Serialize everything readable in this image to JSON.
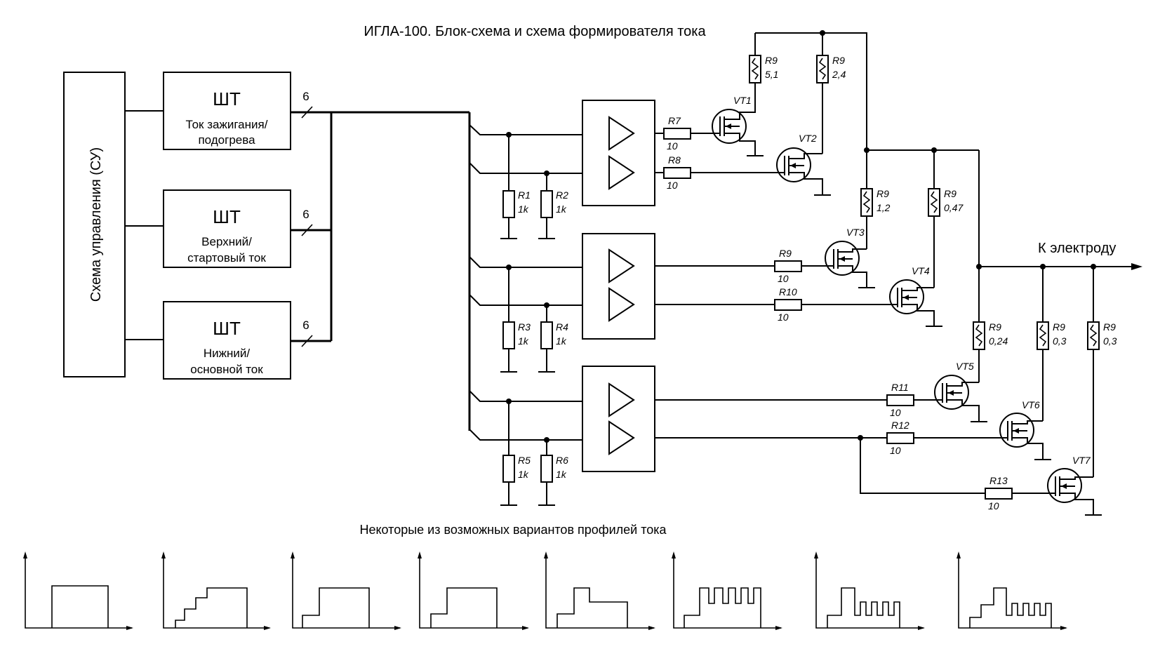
{
  "title": "ИГЛА-100. Блок-схема и схема формирователя тока",
  "control_block": {
    "label": "Схема управления (СУ)"
  },
  "shaper_blocks": [
    {
      "title": "ШТ",
      "line1": "Ток зажигания/",
      "line2": "подогрева",
      "bus": "6"
    },
    {
      "title": "ШТ",
      "line1": "Верхний/",
      "line2": "стартовый ток",
      "bus": "6"
    },
    {
      "title": "ШТ",
      "line1": "Нижний/",
      "line2": "основной ток",
      "bus": "6"
    }
  ],
  "pulldown_resistors": [
    {
      "name": "R1",
      "value": "1k"
    },
    {
      "name": "R2",
      "value": "1k"
    },
    {
      "name": "R3",
      "value": "1k"
    },
    {
      "name": "R4",
      "value": "1k"
    },
    {
      "name": "R5",
      "value": "1k"
    },
    {
      "name": "R6",
      "value": "1k"
    }
  ],
  "gate_resistors": [
    {
      "name": "R7",
      "value": "10"
    },
    {
      "name": "R8",
      "value": "10"
    },
    {
      "name": "R9",
      "value": "10"
    },
    {
      "name": "R10",
      "value": "10"
    },
    {
      "name": "R11",
      "value": "10"
    },
    {
      "name": "R12",
      "value": "10"
    },
    {
      "name": "R13",
      "value": "10"
    }
  ],
  "load_resistors": [
    {
      "name": "R9",
      "value": "5,1"
    },
    {
      "name": "R9",
      "value": "2,4"
    },
    {
      "name": "R9",
      "value": "1,2"
    },
    {
      "name": "R9",
      "value": "0,47"
    },
    {
      "name": "R9",
      "value": "0,24"
    },
    {
      "name": "R9",
      "value": "0,3"
    },
    {
      "name": "R9",
      "value": "0,3"
    }
  ],
  "transistors": [
    "VT1",
    "VT2",
    "VT3",
    "VT4",
    "VT5",
    "VT6",
    "VT7"
  ],
  "output_label": "К электроду",
  "profiles_title": "Некоторые из возможных вариантов профилей тока"
}
